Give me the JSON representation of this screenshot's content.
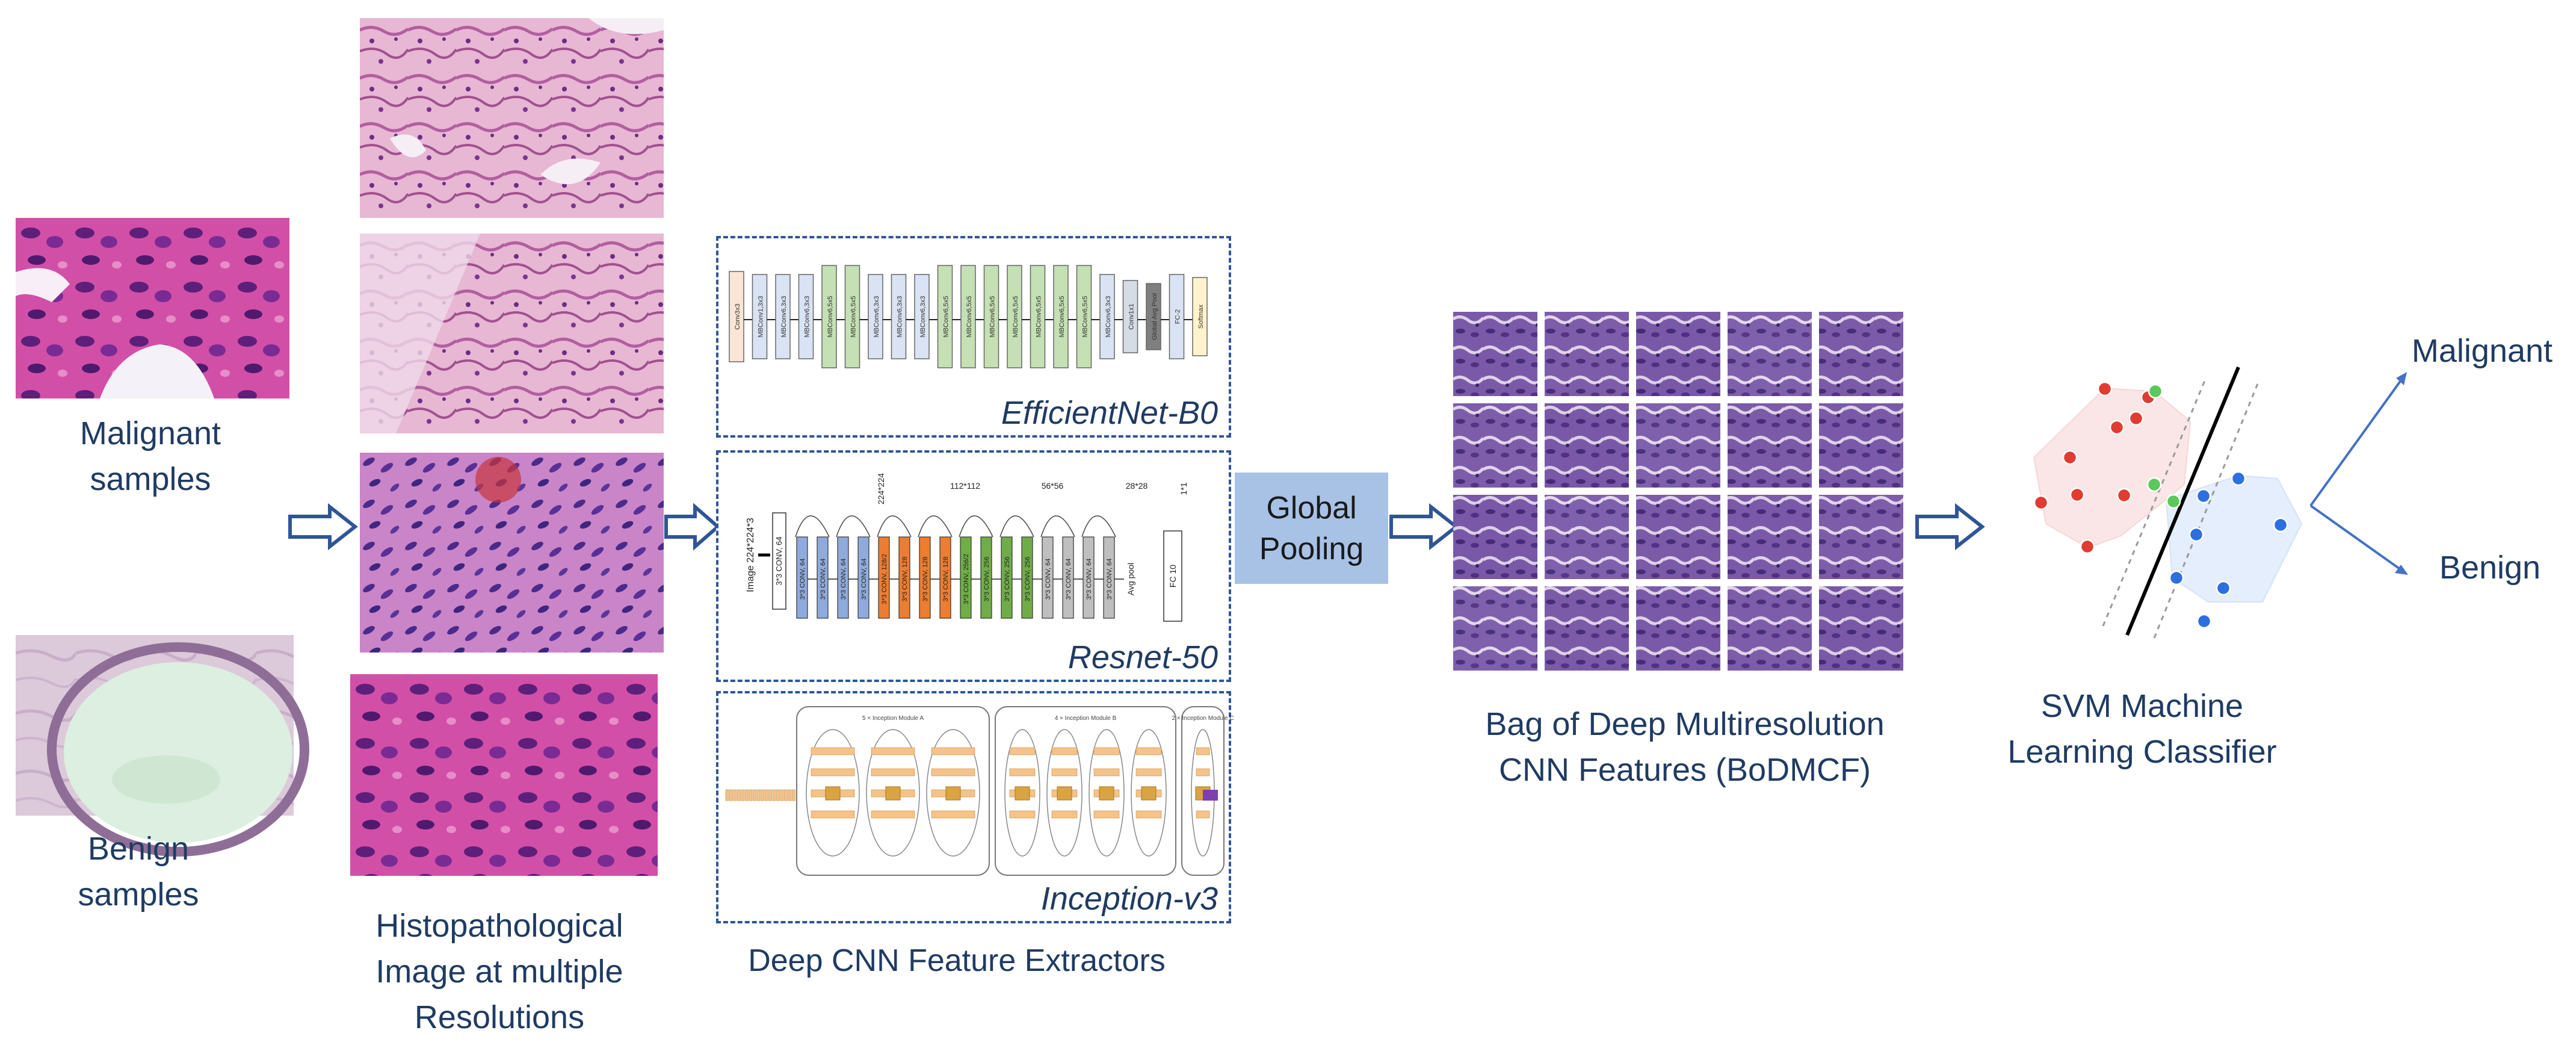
{
  "samples": {
    "malignant_label": "Malignant\nsamples",
    "benign_label": "Benign\nsamples"
  },
  "resolutions_label": "Histopathological\nImage at multiple\nResolutions",
  "extractors": {
    "title": "Deep CNN Feature Extractors",
    "efficientnet": {
      "name": "EfficientNet-B0",
      "layers": [
        "Conv3x3",
        "MBConv1,3x3",
        "MBConv6,3x3",
        "MBConv6,3x3",
        "MBConv6,5x5",
        "MBConv6,5x5",
        "MBConv6,3x3",
        "MBConv6,3x3",
        "MBConv6,3x3",
        "MBConv6,5x5",
        "MBConv6,5x5",
        "MBConv6,5x5",
        "MBConv6,5x5",
        "MBConv6,5x5",
        "MBConv6,5x5",
        "MBConv6,5x5",
        "MBConv6,3x3",
        "Conv1x1",
        "Global Avg Pool",
        "FC-2",
        "Softmax"
      ]
    },
    "resnet": {
      "name": "Resnet-50",
      "input_label": "Image 224*224*3",
      "first_conv": "3*3 CONV, 64",
      "stage_sizes": [
        "224*224",
        "112*112",
        "56*56",
        "28*28",
        "1*1"
      ],
      "avg_pool": "Avg pool",
      "fc": "FC 10",
      "blocks": [
        "3*3 CONV, 64",
        "3*3 CONV, 64",
        "3*3 CONV, 64",
        "3*3 CONV, 64",
        "3*3 CONV, 128/2",
        "3*3 CONV, 128",
        "3*3 CONV, 128",
        "3*3 CONV, 128",
        "3*3 CONV, 256/2",
        "3*3 CONV, 256",
        "3*3 CONV, 256",
        "3*3 CONV, 256",
        "3*3 CONV, 64",
        "3*3 CONV, 64",
        "3*3 CONV, 64",
        "3*3 CONV, 64"
      ]
    },
    "inception": {
      "name": "Inception-v3",
      "modules": [
        "5 × Inception Module A",
        "4 × Inception Module B",
        "2 × Inception Module C"
      ]
    }
  },
  "global_pooling": "Global\nPooling",
  "bag_label": "Bag of Deep Multiresolution\nCNN Features (BoDMCF)",
  "svm_label": "SVM Machine\nLearning Classifier",
  "outputs": {
    "malignant": "Malignant",
    "benign": "Benign"
  },
  "colors": {
    "text": "#1f3b63",
    "arrow_outline": "#2f5597",
    "box_border": "#2f5597",
    "pooling_fill": "#a8c2e6",
    "eff_green": "#c5e0b4",
    "eff_blue": "#dae3f3",
    "res_blue": "#8faadc",
    "res_orange": "#ed7d31",
    "res_green": "#70ad47",
    "res_gray": "#bfbfbf",
    "malignant_dot": "#e03c31",
    "benign_dot": "#2e6fe0",
    "support_dot": "#5ac85a"
  }
}
